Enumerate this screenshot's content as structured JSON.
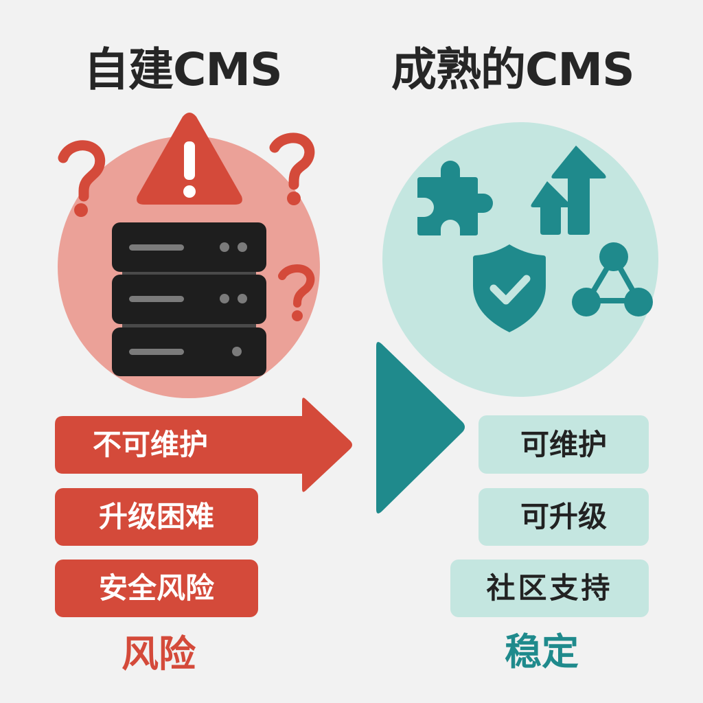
{
  "colors": {
    "background": "#f2f2f2",
    "risk_red": "#d44a3a",
    "risk_circle": "#eba198",
    "stable_teal": "#1f8a8c",
    "stable_circle": "#c4e6e0",
    "server_dark": "#1e1e1e",
    "title_text": "#262626"
  },
  "left": {
    "title": "自建CMS",
    "icons": [
      "warning-triangle-icon",
      "question-mark-icon",
      "question-mark-icon",
      "question-mark-icon",
      "server-stack-icon"
    ],
    "items": [
      {
        "label": "不可维护",
        "shape": "arrow"
      },
      {
        "label": "升级困难",
        "shape": "box"
      },
      {
        "label": "安全风险",
        "shape": "box"
      }
    ],
    "summary": "风险"
  },
  "right": {
    "title": "成熟的CMS",
    "icons": [
      "puzzle-piece-icon",
      "upgrade-arrows-icon",
      "shield-check-icon",
      "network-nodes-icon"
    ],
    "items": [
      {
        "label": "可维护"
      },
      {
        "label": "可升级"
      },
      {
        "label": "社区支持"
      }
    ],
    "summary": "稳定"
  },
  "transition": {
    "icon": "play-triangle-icon"
  }
}
